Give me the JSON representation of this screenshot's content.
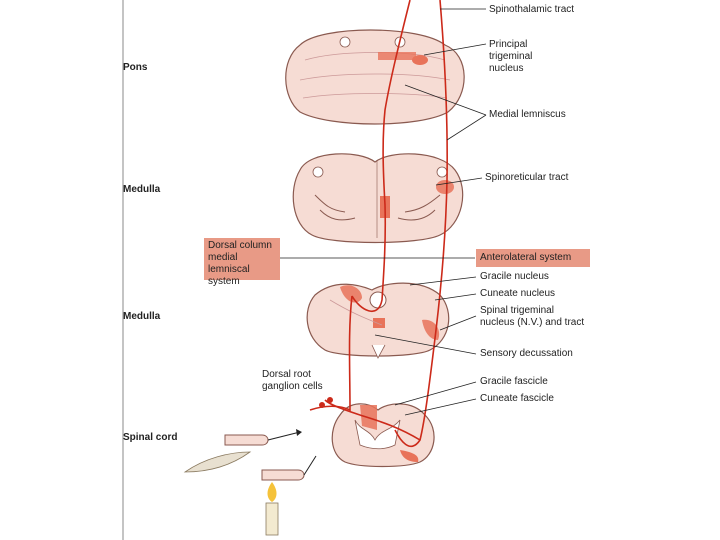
{
  "levels": {
    "pons": "Pons",
    "medulla_upper": "Medulla",
    "medulla_lower": "Medulla",
    "spinal_cord": "Spinal cord"
  },
  "labels": {
    "spinothalamic_tract": "Spinothalamic tract",
    "principal_trigeminal_1": "Principal",
    "principal_trigeminal_2": "trigeminal",
    "principal_trigeminal_3": "nucleus",
    "medial_lemniscus": "Medial lemniscus",
    "spinoreticular_tract": "Spinoreticular tract",
    "gracile_nucleus": "Gracile nucleus",
    "cuneate_nucleus": "Cuneate nucleus",
    "spinal_trigeminal_1": "Spinal trigeminal",
    "spinal_trigeminal_2": "nucleus (N.V.) and tract",
    "sensory_decussation": "Sensory decussation",
    "dorsal_root_1": "Dorsal root",
    "dorsal_root_2": "ganglion cells",
    "gracile_fascicle": "Gracile fascicle",
    "cuneate_fascicle": "Cuneate fascicle"
  },
  "boxes": {
    "dorsal_column_1": "Dorsal column",
    "dorsal_column_2": "medial lemniscal",
    "dorsal_column_3": "system",
    "anterolateral": "Anterolateral system"
  },
  "colors": {
    "tissue": "#f6dcd4",
    "tissue_stroke": "#8a5a50",
    "tract": "#cc2a1a",
    "highlight": "#e8735a",
    "box_fill": "#e89a86"
  }
}
